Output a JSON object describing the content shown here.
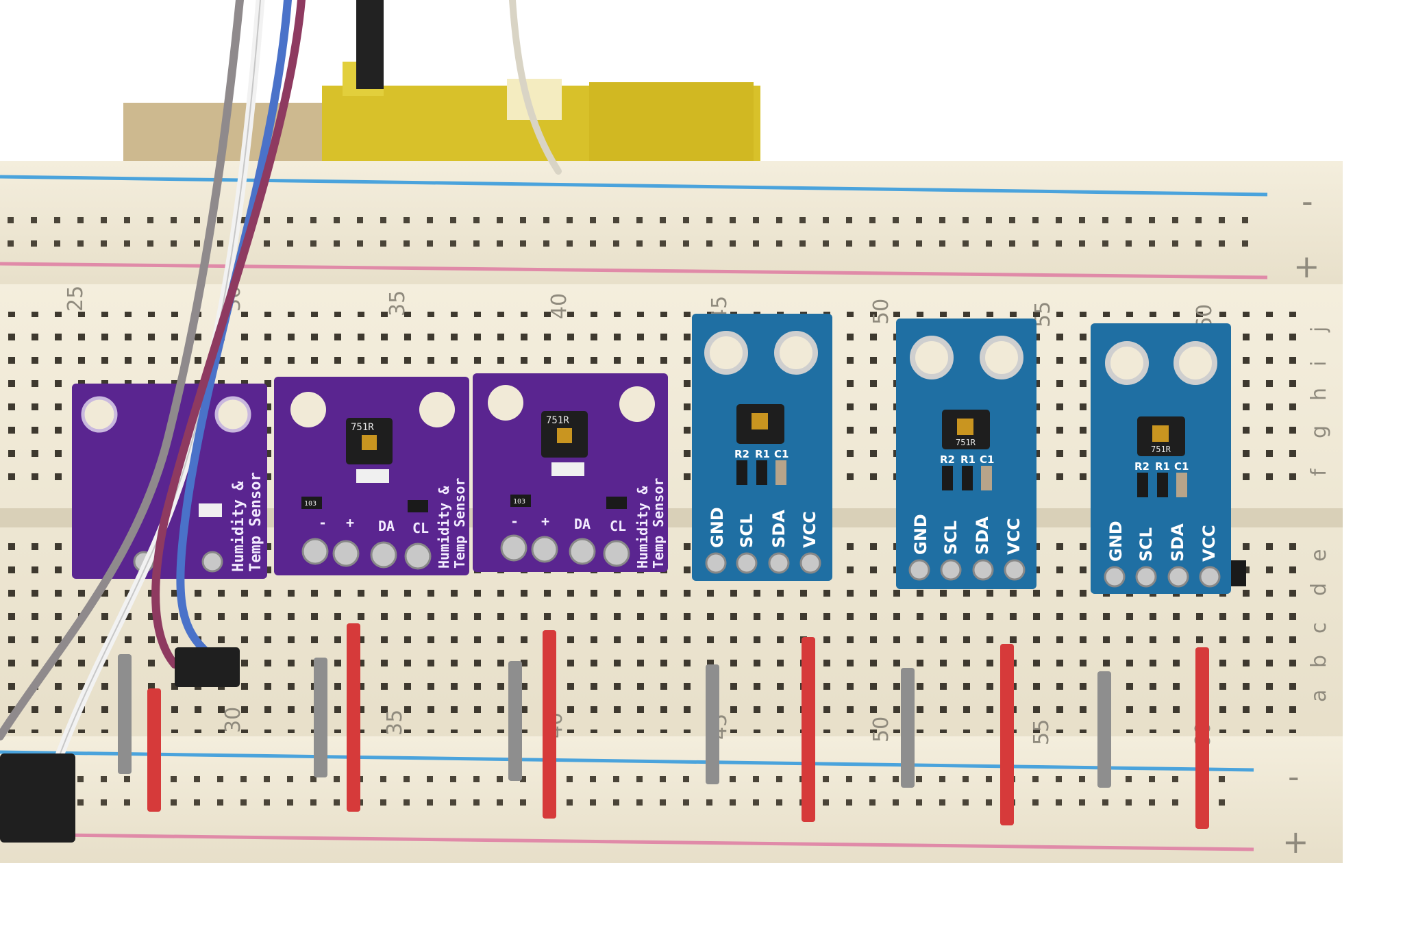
{
  "breadboard": {
    "rail_top": {
      "minus": "-",
      "plus": "+"
    },
    "rail_bottom": {
      "minus": "-",
      "plus": "+"
    },
    "row_letters_top": [
      "j",
      "i",
      "h",
      "g",
      "f"
    ],
    "row_letters_bottom": [
      "e",
      "d",
      "c",
      "b",
      "a"
    ],
    "column_numbers_top": [
      "25",
      "30",
      "35",
      "40",
      "45",
      "50",
      "55",
      "60"
    ],
    "column_numbers_bottom": [
      "30",
      "35",
      "40",
      "45",
      "50",
      "55",
      "60"
    ]
  },
  "purple_boards": {
    "label_line1": "Humidity &",
    "label_line2": "Temp Sensor",
    "pins": [
      "-",
      "+",
      "DA",
      "CL"
    ],
    "chip_code": "751R",
    "resistor_code": "103"
  },
  "blue_boards": {
    "pins": [
      "GND",
      "SCL",
      "SDA",
      "VCC"
    ],
    "components": [
      "R2",
      "R1",
      "C1"
    ],
    "chip_code": "751R"
  },
  "colors": {
    "breadboard": "#f1ead7",
    "purple_pcb": "#5a2590",
    "blue_pcb": "#1f6fa3",
    "rail_blue": "#4aa3dc",
    "rail_red": "#e08aa8",
    "jumper_red": "#d63a3a",
    "jumper_gray": "#8e8e8e",
    "header_yellow": "#d8c12a"
  }
}
